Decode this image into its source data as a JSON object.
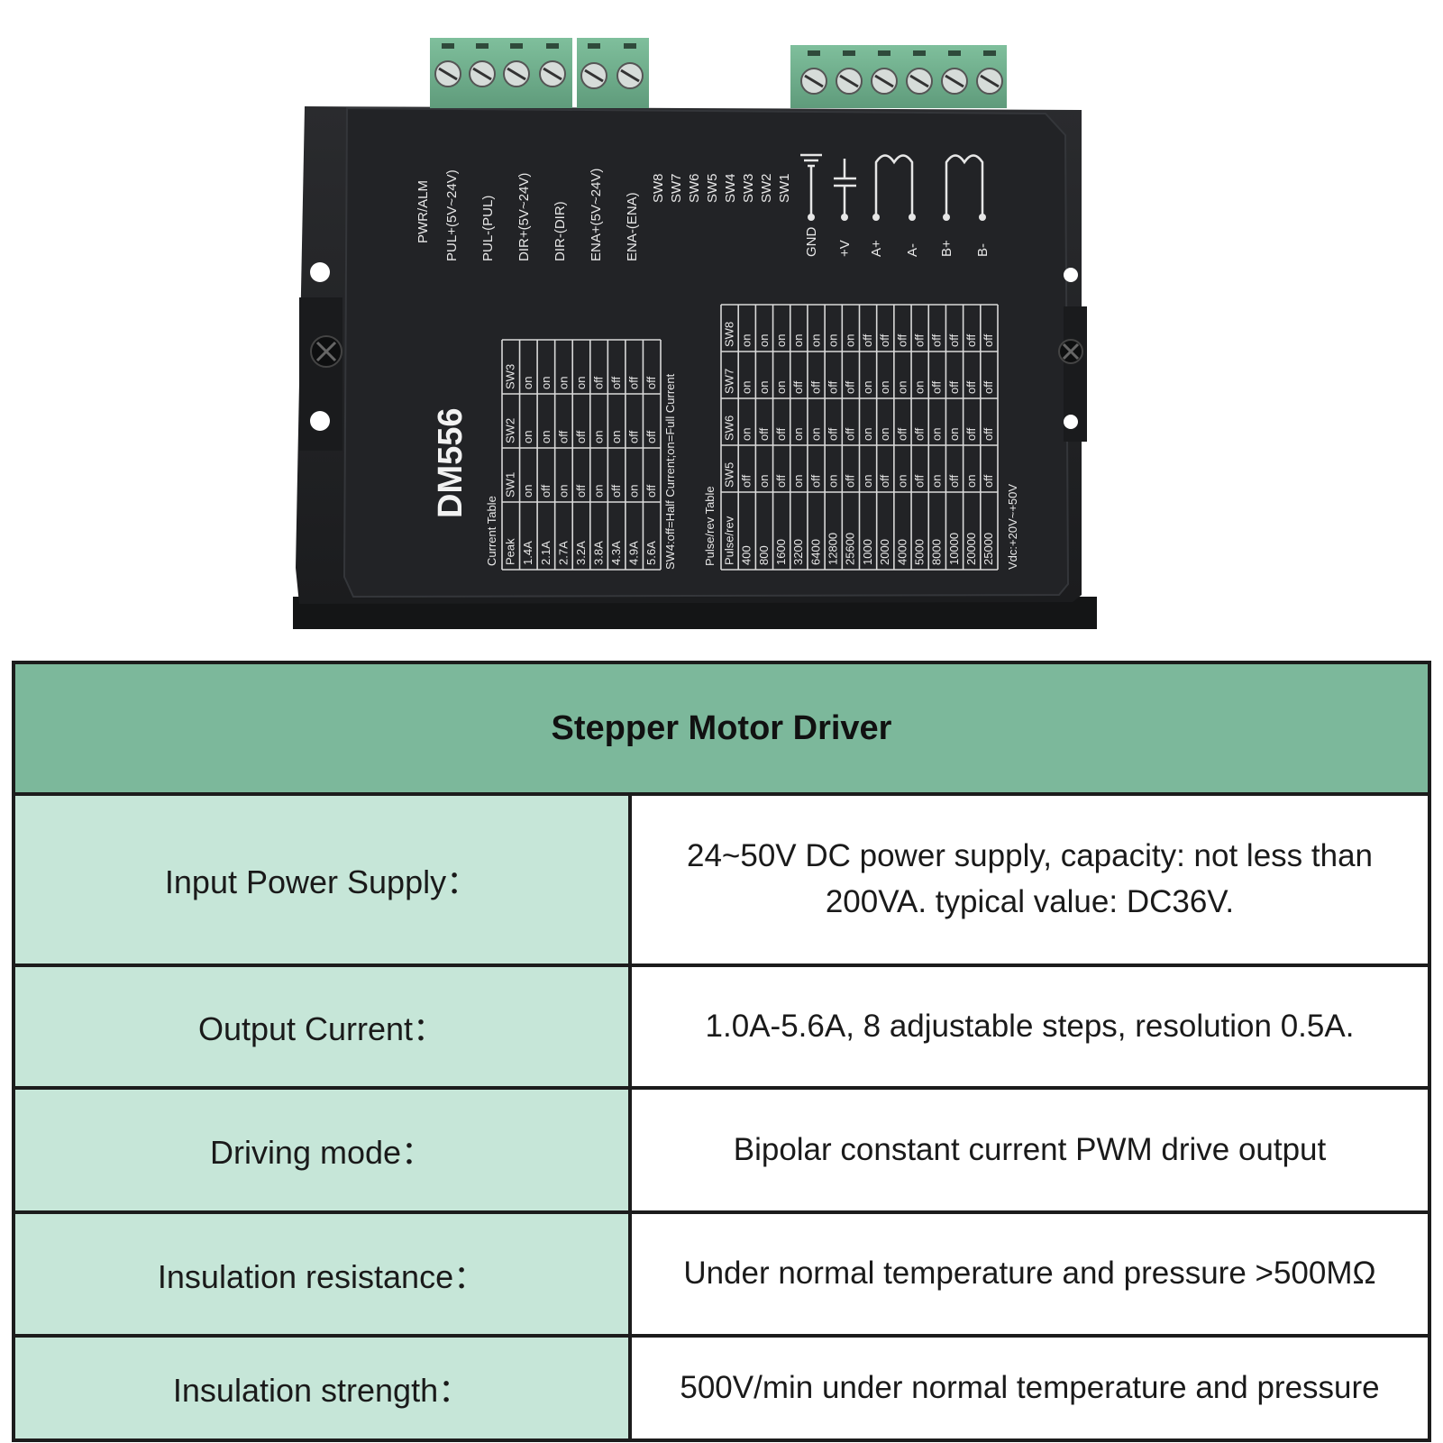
{
  "product": {
    "model": "DM556",
    "terminals_left": [
      "PWR/ALM",
      "PUL+(5V~24V)",
      "PUL-(PUL)",
      "DIR+(5V~24V)",
      "DIR-(DIR)",
      "ENA+(5V~24V)",
      "ENA-(ENA)"
    ],
    "switch_labels": [
      "SW8",
      "SW7",
      "SW6",
      "SW5",
      "SW4",
      "SW3",
      "SW2",
      "SW1"
    ],
    "terminals_right": [
      "GND",
      "+V",
      "A+",
      "A-",
      "B+",
      "B-"
    ],
    "current_table": {
      "title": "Current Table",
      "headers": [
        "Peak",
        "SW1",
        "SW2",
        "SW3"
      ],
      "rows": [
        [
          "1.4A",
          "on",
          "on",
          "on"
        ],
        [
          "2.1A",
          "off",
          "on",
          "on"
        ],
        [
          "2.7A",
          "on",
          "off",
          "on"
        ],
        [
          "3.2A",
          "off",
          "off",
          "on"
        ],
        [
          "3.8A",
          "on",
          "on",
          "off"
        ],
        [
          "4.3A",
          "off",
          "on",
          "off"
        ],
        [
          "4.9A",
          "on",
          "off",
          "off"
        ],
        [
          "5.6A",
          "off",
          "off",
          "off"
        ]
      ],
      "note": "SW4:off=Half Current;on=Full Current"
    },
    "pulse_table": {
      "title": "Pulse/rev Table",
      "headers": [
        "Pulse/rev",
        "SW5",
        "SW6",
        "SW7",
        "SW8"
      ],
      "rows": [
        [
          "400",
          "off",
          "on",
          "on",
          "on"
        ],
        [
          "800",
          "on",
          "off",
          "on",
          "on"
        ],
        [
          "1600",
          "off",
          "off",
          "on",
          "on"
        ],
        [
          "3200",
          "on",
          "on",
          "off",
          "on"
        ],
        [
          "6400",
          "off",
          "on",
          "off",
          "on"
        ],
        [
          "12800",
          "on",
          "off",
          "off",
          "on"
        ],
        [
          "25600",
          "off",
          "off",
          "off",
          "on"
        ],
        [
          "1000",
          "on",
          "on",
          "on",
          "off"
        ],
        [
          "2000",
          "off",
          "on",
          "on",
          "off"
        ],
        [
          "4000",
          "on",
          "off",
          "on",
          "off"
        ],
        [
          "5000",
          "off",
          "off",
          "on",
          "off"
        ],
        [
          "8000",
          "on",
          "on",
          "off",
          "off"
        ],
        [
          "10000",
          "off",
          "on",
          "off",
          "off"
        ],
        [
          "20000",
          "on",
          "off",
          "off",
          "off"
        ],
        [
          "25000",
          "off",
          "off",
          "off",
          "off"
        ]
      ]
    },
    "vdc_note": "Vdc:+20V~+50V"
  },
  "spec_table": {
    "title": "Stepper Motor Driver",
    "rows": [
      {
        "label": "Input Power Supply：",
        "value": "24~50V DC power supply, capacity: not less than 200VA. typical value: DC36V."
      },
      {
        "label": "Output Current：",
        "value": "1.0A-5.6A, 8 adjustable steps, resolution 0.5A."
      },
      {
        "label": "Driving mode：",
        "value": "Bipolar constant current PWM drive output"
      },
      {
        "label": "Insulation resistance：",
        "value": "Under normal temperature and pressure >500MΩ"
      },
      {
        "label": "Insulation strength：",
        "value": "500V/min under normal temperature and pressure"
      }
    ]
  },
  "colors": {
    "header_bg": "#7cb89b",
    "label_bg": "#c6e6d8",
    "body_black": "#1e1f21",
    "terminal_green": "#6aa585"
  }
}
